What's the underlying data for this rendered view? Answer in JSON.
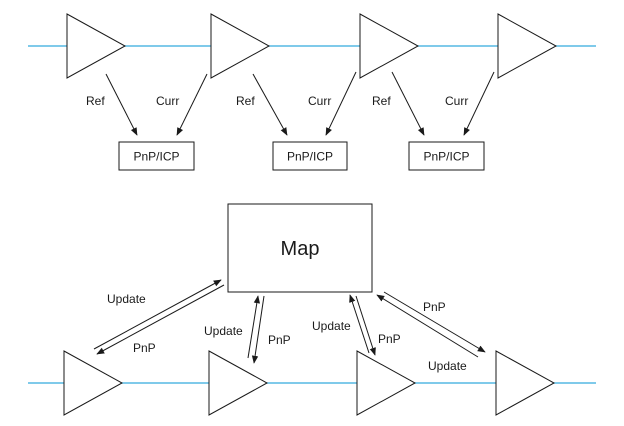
{
  "top_row": {
    "frames": [
      {
        "id": "f1"
      },
      {
        "id": "f2"
      },
      {
        "id": "f3"
      },
      {
        "id": "f4"
      }
    ],
    "pairs": [
      {
        "ref_label": "Ref",
        "curr_label": "Curr",
        "box_label": "PnP/ICP"
      },
      {
        "ref_label": "Ref",
        "curr_label": "Curr",
        "box_label": "PnP/ICP"
      },
      {
        "ref_label": "Ref",
        "curr_label": "Curr",
        "box_label": "PnP/ICP"
      }
    ]
  },
  "map": {
    "label": "Map"
  },
  "bottom_row": {
    "frames": [
      {
        "id": "b1",
        "update_label": "Update",
        "pnp_label": "PnP"
      },
      {
        "id": "b2",
        "update_label": "Update",
        "pnp_label": "PnP"
      },
      {
        "id": "b3",
        "update_label": "Update",
        "pnp_label": "PnP"
      },
      {
        "id": "b4",
        "update_label": "Update",
        "pnp_label": "PnP"
      }
    ]
  },
  "colors": {
    "trajectory_line": "#33aadd",
    "stroke": "#1a1a1a",
    "background": "#ffffff"
  }
}
